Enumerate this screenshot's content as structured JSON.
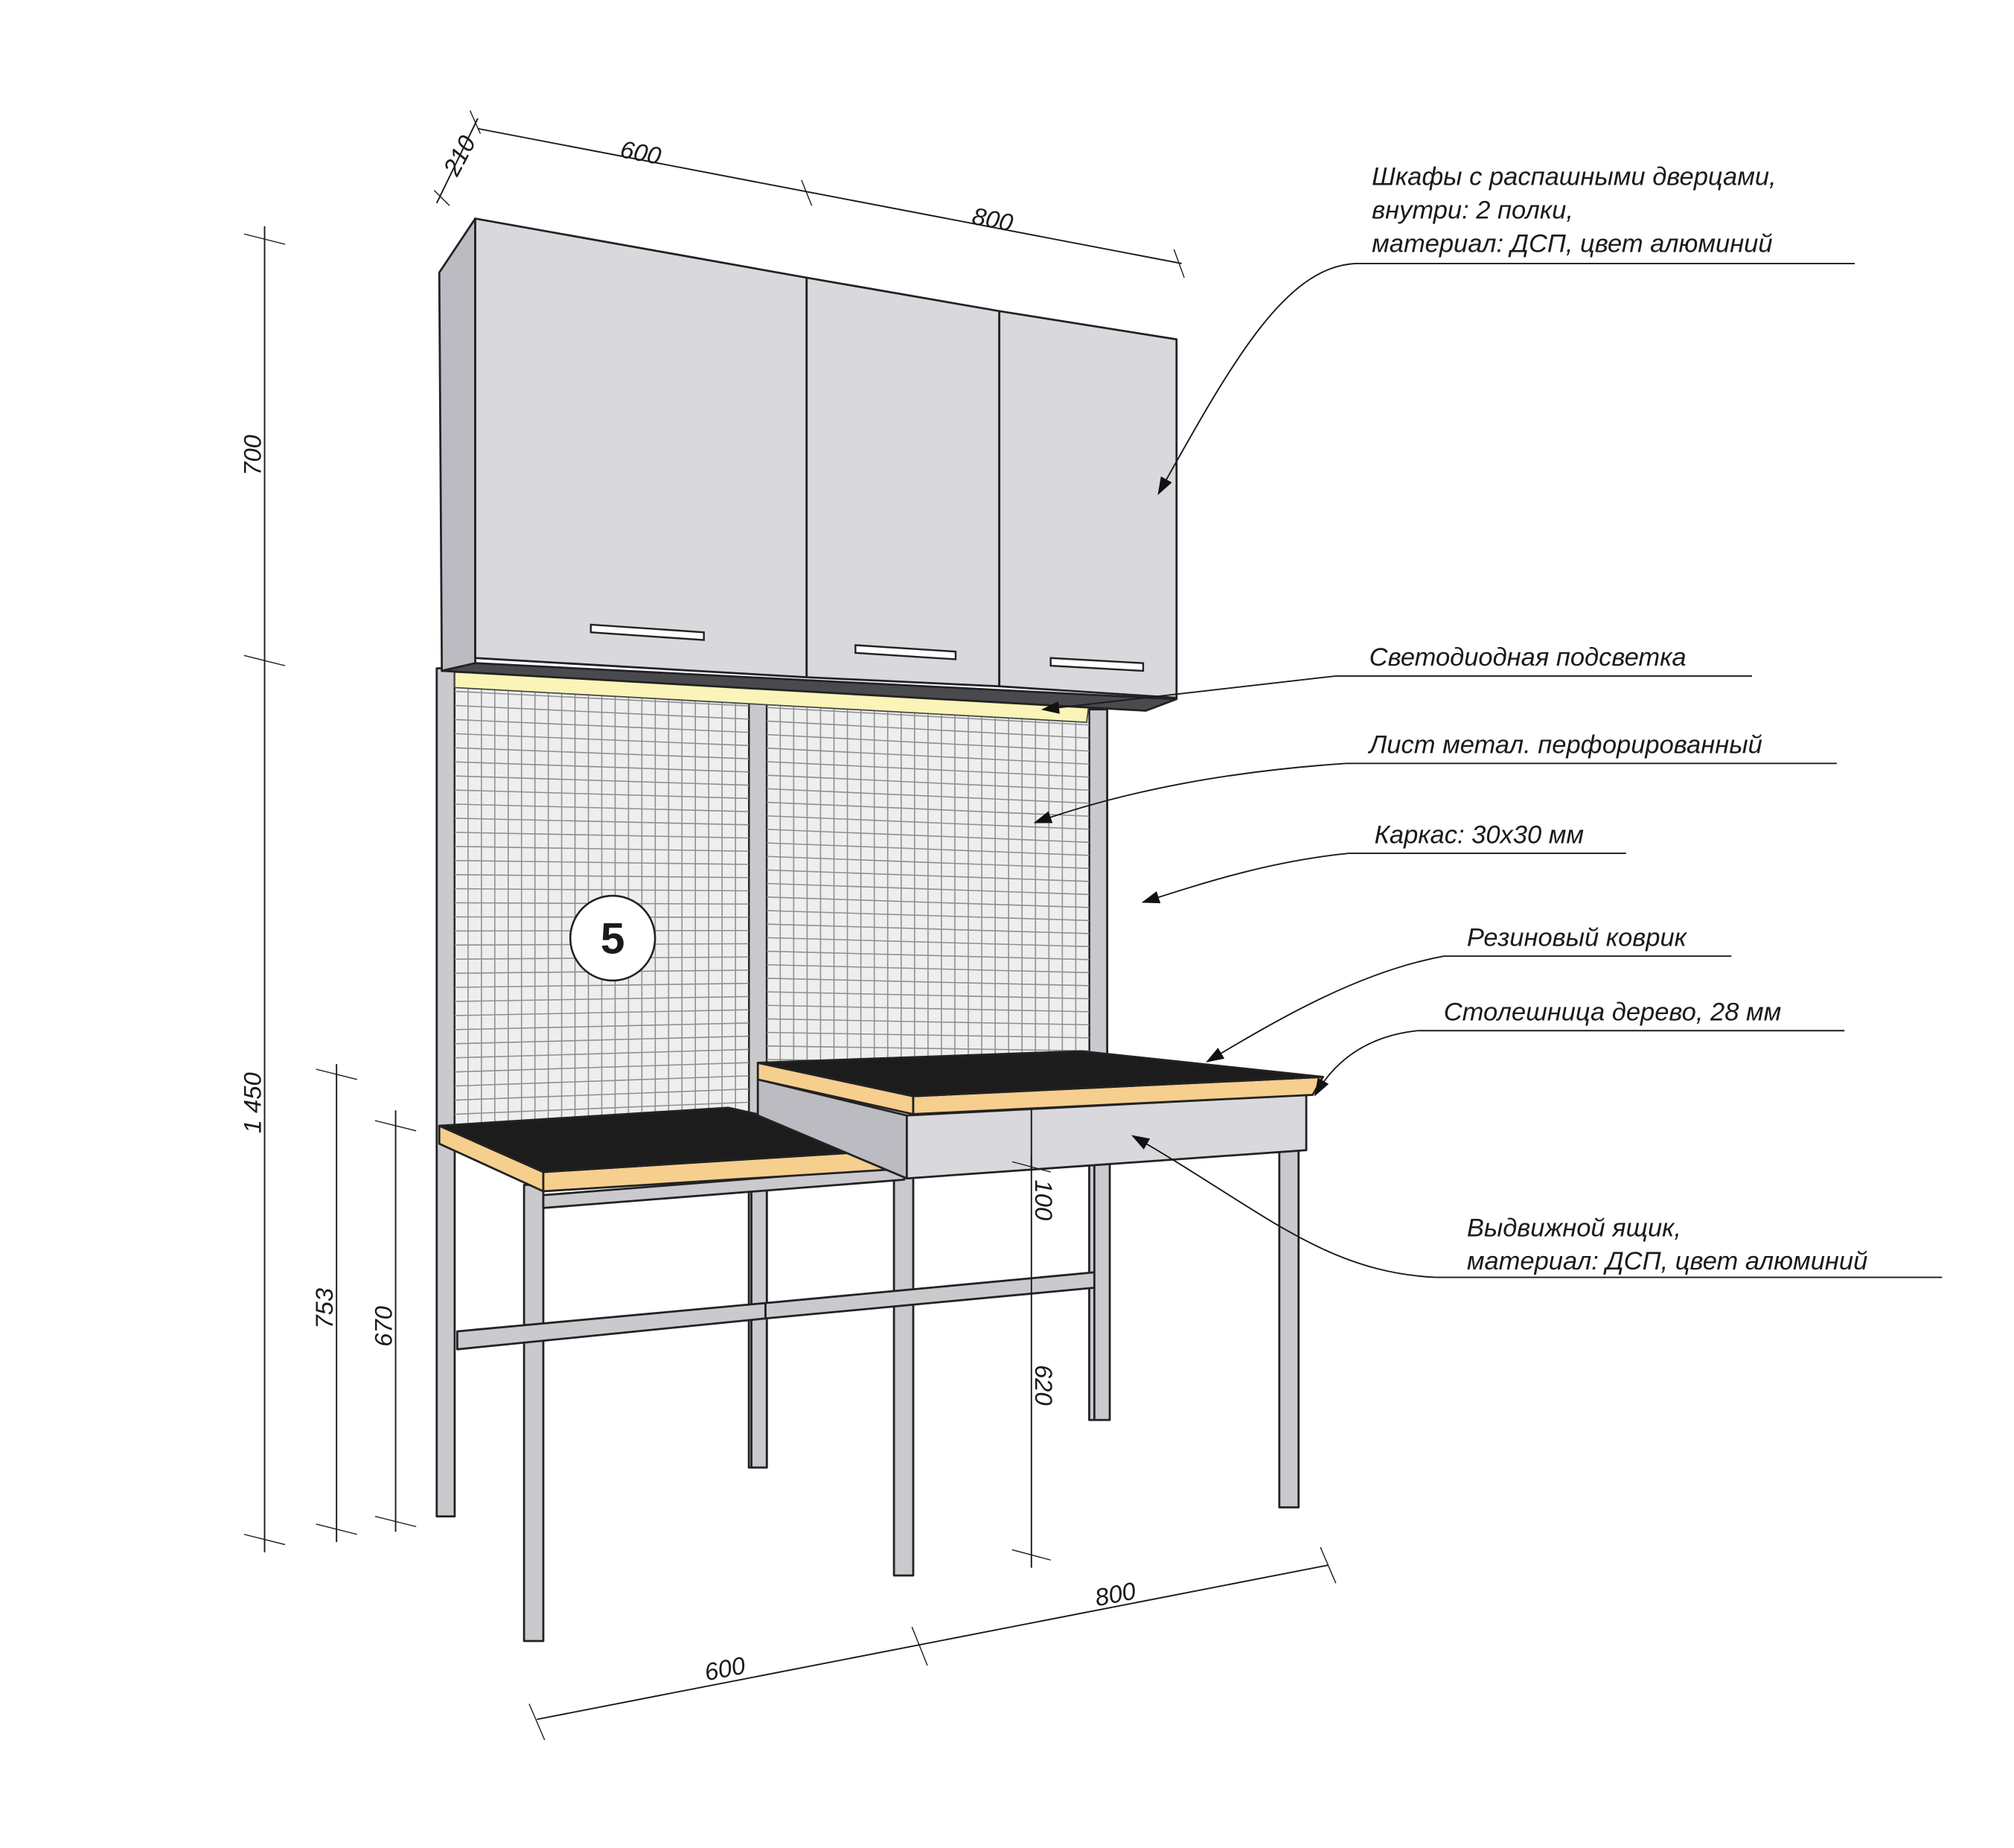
{
  "colors": {
    "panel": "#d9d8dd",
    "panel_side": "#bcbbc1",
    "panel_dark": "#4a4a4e",
    "leg": "#c9c9ce",
    "wood": "#f6cf8e",
    "mat": "#1c1c1c",
    "led": "#fbf4b8",
    "mesh_bg": "#eeeeee",
    "mesh_line": "#8e8e92",
    "ink": "#1a1a1a"
  },
  "badge": {
    "label": "5"
  },
  "dimensions": {
    "cab_depth": "210",
    "cab_width_left": "600",
    "cab_width_right": "800",
    "cab_height": "700",
    "total_height": "1 450",
    "height_high_table": "753",
    "height_low_table": "670",
    "drawer_height": "100",
    "drawer_clearance": "620",
    "bottom_width_right": "800",
    "bottom_width_left": "600"
  },
  "callouts": {
    "cabinets": {
      "line1": "Шкафы с распашными дверцами,",
      "line2": "внутри: 2 полки,",
      "line3": "материал: ДСП, цвет алюминий"
    },
    "led": "Светодиодная подсветка",
    "perforated": "Лист метал. перфорированный",
    "frame": "Каркас: 30х30 мм",
    "rubber": "Резиновый коврик",
    "top": "Столешница дерево, 28 мм",
    "drawer": {
      "line1": "Выдвижной ящик,",
      "line2": "материал: ДСП, цвет алюминий"
    }
  }
}
